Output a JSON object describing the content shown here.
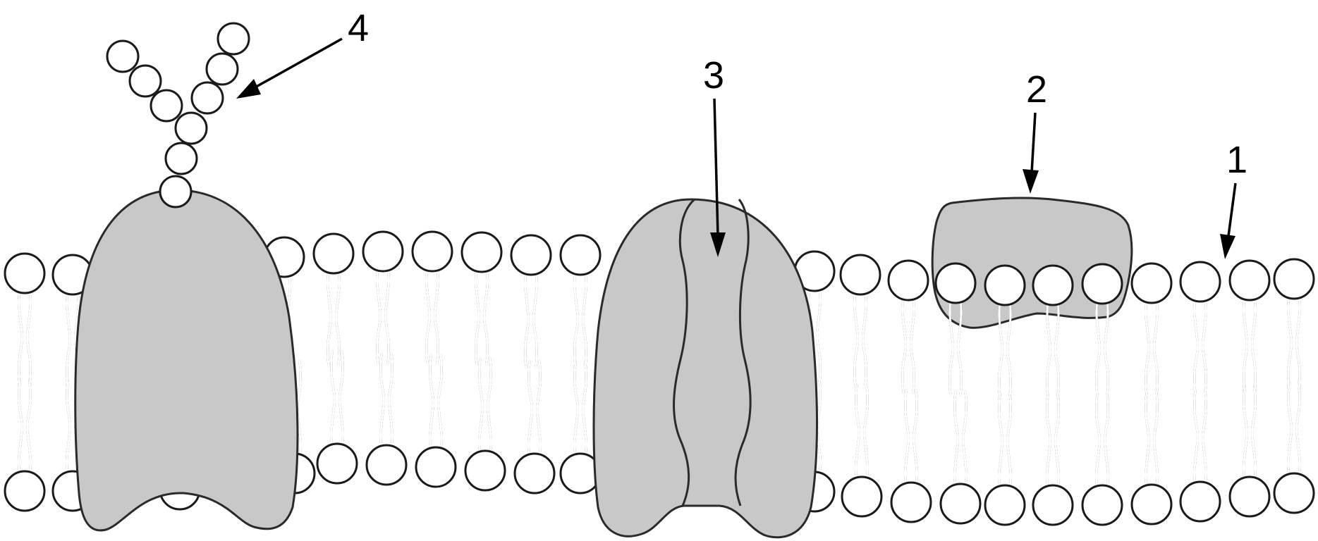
{
  "labels": {
    "phospholipid": "1",
    "peripheral_protein": "2",
    "channel_protein": "3",
    "glycoprotein_chain": "4"
  },
  "colors": {
    "protein_fill": "#c8c8c8",
    "outline": "#1a1a1a",
    "head_fill": "#ffffff",
    "background": "#ffffff"
  }
}
